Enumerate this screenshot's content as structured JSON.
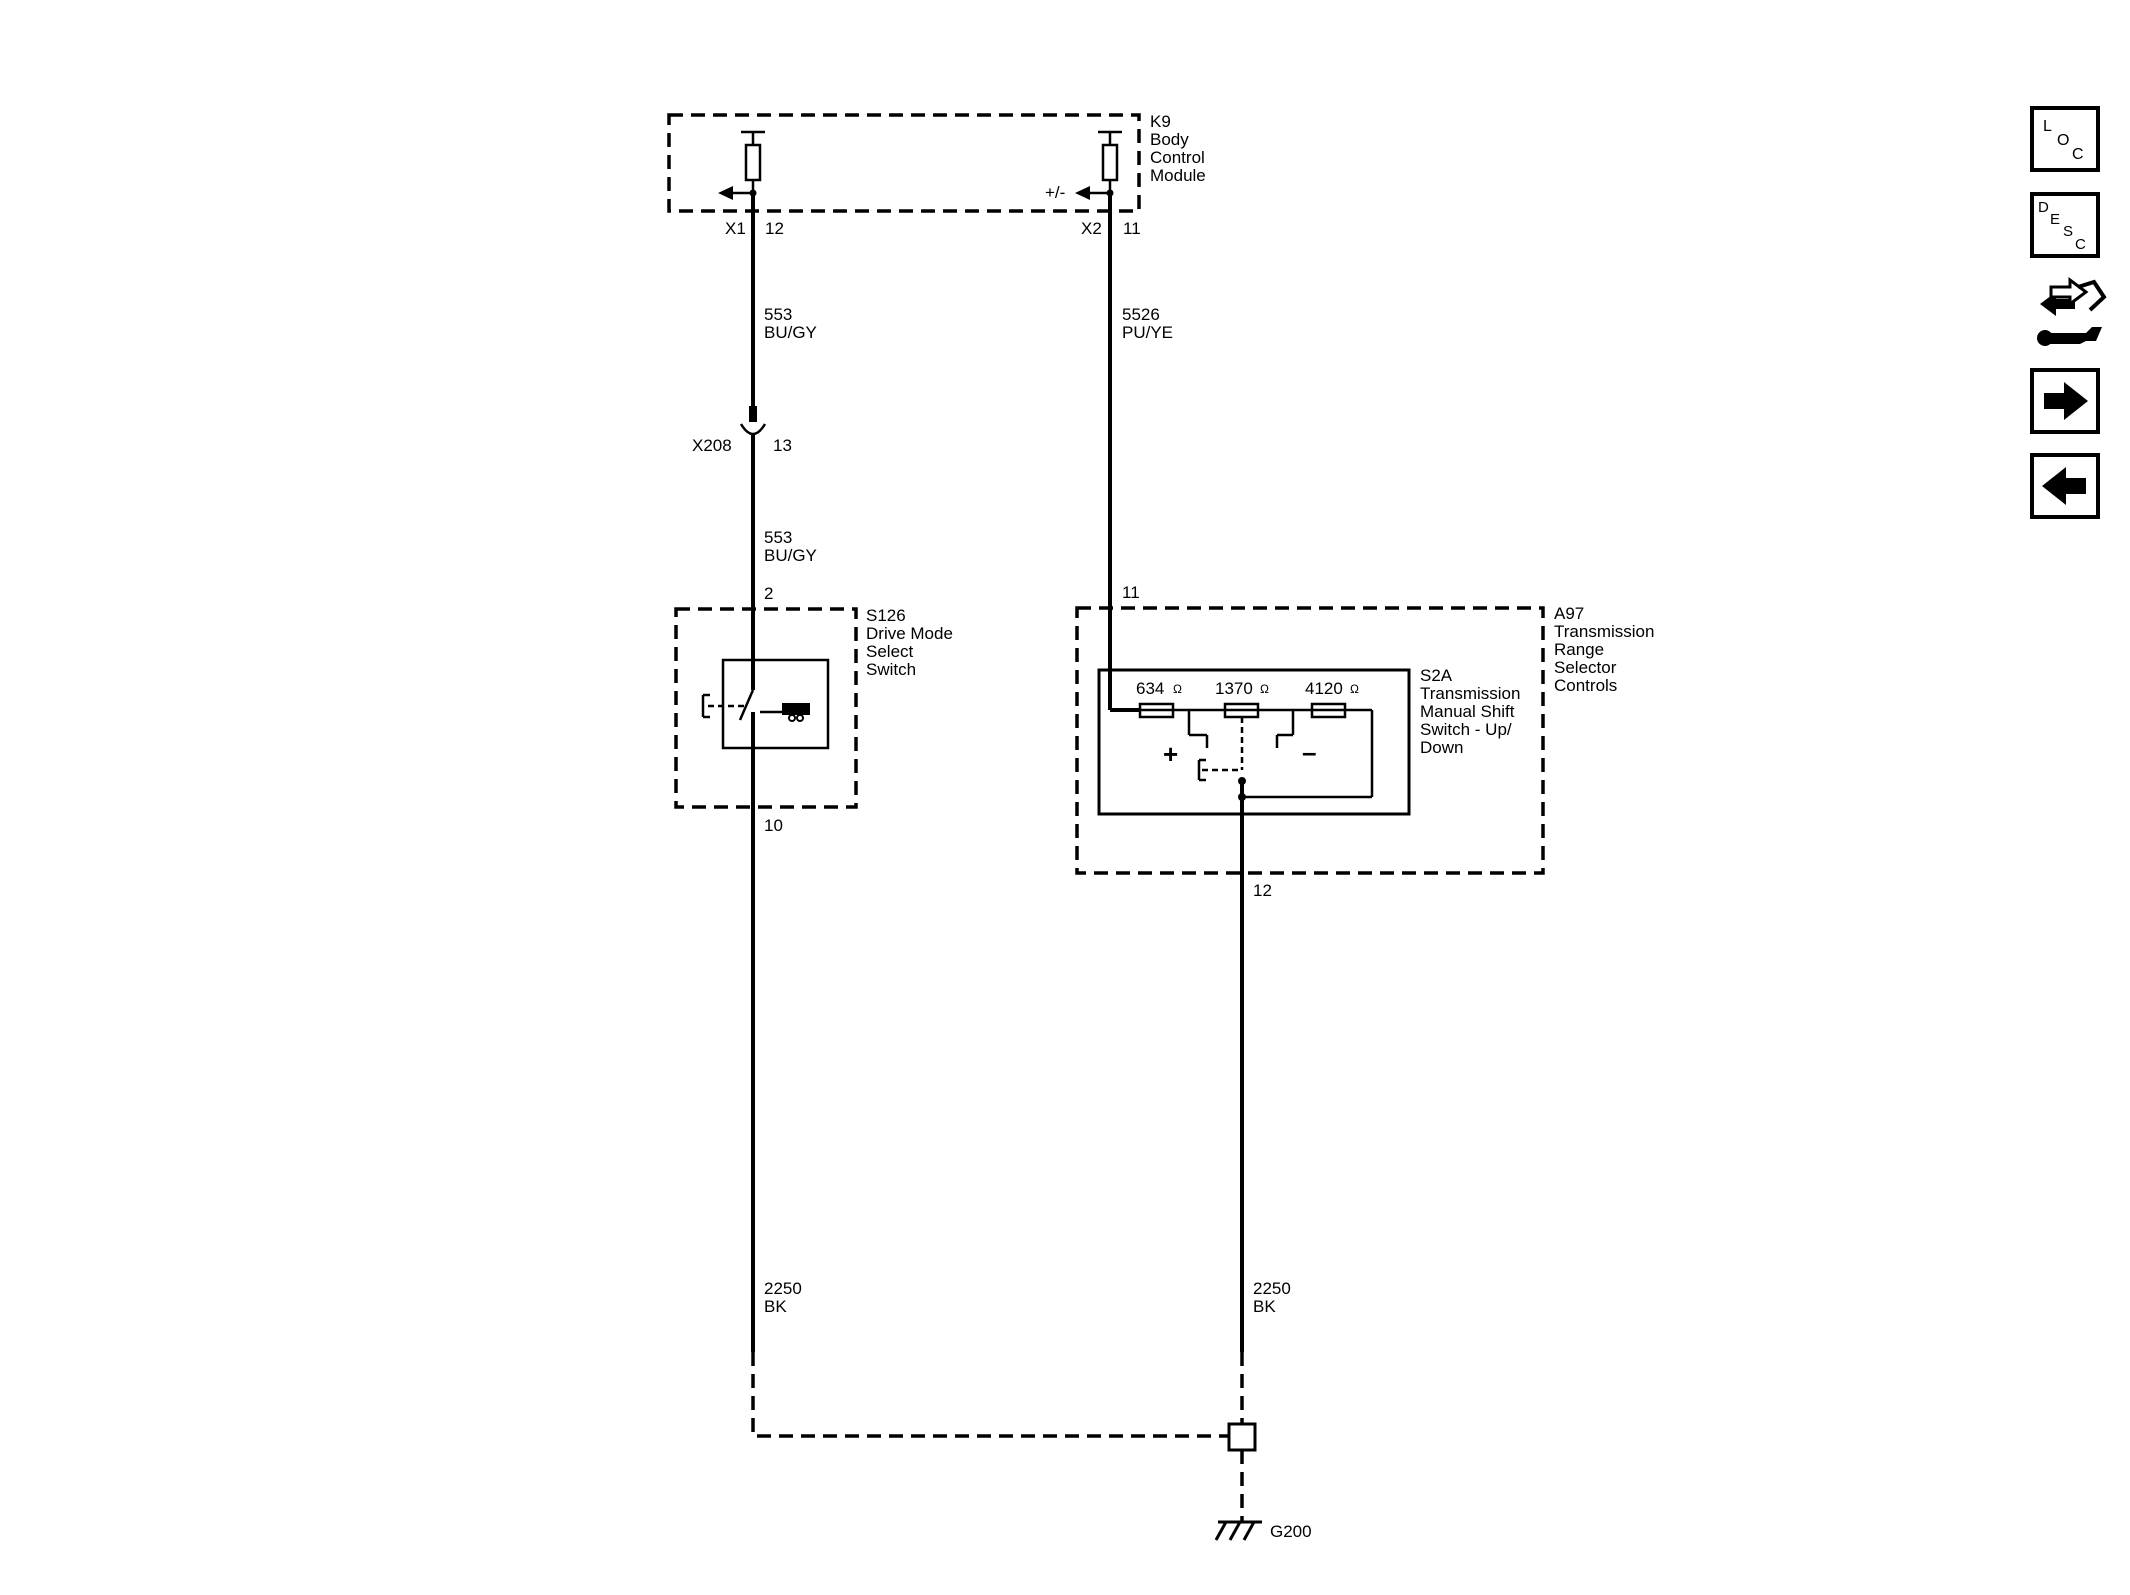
{
  "k9": {
    "id": "K9",
    "lines": [
      "Body",
      "Control",
      "Module"
    ],
    "connector_left": "X1",
    "pin_left": "12",
    "connector_right": "X2",
    "pin_right": "11",
    "output_label": "+/-"
  },
  "wire_left_top": {
    "circuit": "553",
    "color": "BU/GY"
  },
  "wire_right_top": {
    "circuit": "5526",
    "color": "PU/YE"
  },
  "inline_connector": {
    "id": "X208",
    "pin": "13"
  },
  "wire_left_mid": {
    "circuit": "553",
    "color": "BU/GY"
  },
  "s126": {
    "id": "S126",
    "lines": [
      "Drive Mode",
      "Select",
      "Switch"
    ],
    "pin_top": "2",
    "pin_bottom": "10"
  },
  "a97": {
    "id": "A97",
    "lines": [
      "Transmission",
      "Range",
      "Selector",
      "Controls"
    ],
    "pin_top": "11",
    "pin_bottom": "12"
  },
  "s2a": {
    "id": "S2A",
    "lines": [
      "Transmission",
      "Manual Shift",
      "Switch - Up/",
      "Down"
    ],
    "plus": "+",
    "minus": "–",
    "resistors": [
      {
        "value": "634",
        "unit": "Ω"
      },
      {
        "value": "1370",
        "unit": "Ω"
      },
      {
        "value": "4120",
        "unit": "Ω"
      }
    ]
  },
  "wire_left_bottom": {
    "circuit": "2250",
    "color": "BK"
  },
  "wire_right_bottom": {
    "circuit": "2250",
    "color": "BK"
  },
  "ground": {
    "id": "G200"
  },
  "nav": {
    "loc": [
      "L",
      "O",
      "C"
    ],
    "desc": [
      "D",
      "E",
      "S",
      "C"
    ],
    "icons": [
      "connector-tool-icon",
      "arrow-right-icon",
      "arrow-left-icon"
    ]
  }
}
